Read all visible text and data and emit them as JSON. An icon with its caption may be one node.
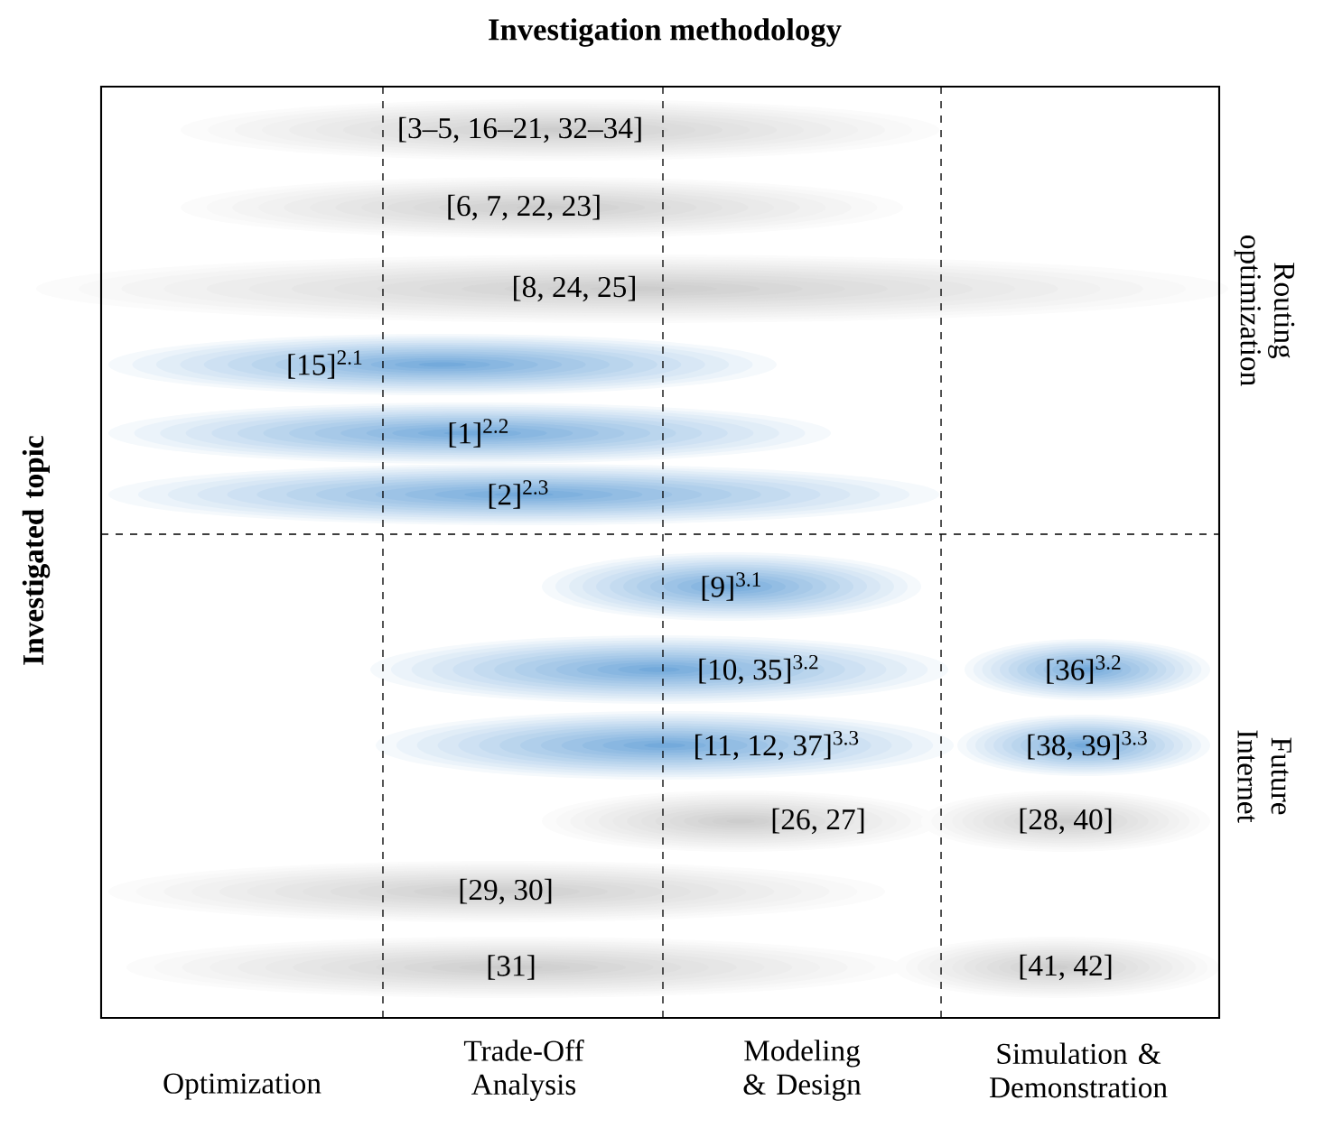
{
  "diagram": {
    "title": "Investigation methodology",
    "nodes": [
      {
        "text": [
          "[3–5, 16–21, 32–34]"
        ]
      },
      {
        "text": [
          "[6, 7, 22, 23]"
        ]
      },
      {
        "text": [
          "[8, 24, 25]"
        ]
      },
      {
        "text": [
          "[15]$^{2.1}$"
        ]
      },
      {
        "text": [
          "[1]$^{2.2}$"
        ]
      },
      {
        "text": [
          "[2]$^{2.3}$"
        ]
      },
      {
        "text": [
          "[9]$^{3.1}$"
        ]
      },
      {
        "text": [
          "[10, 35]$^{3.2}$"
        ]
      },
      {
        "text": [
          "[36]$^{3.2}$"
        ]
      },
      {
        "text": [
          "[11, 12, 37]$^{3.3}$"
        ]
      },
      {
        "text": [
          "[38, 39]$^{3.3}$"
        ]
      },
      {
        "text": [
          "[26, 27]"
        ]
      },
      {
        "text": [
          "[28, 40]"
        ]
      },
      {
        "text": [
          "[29, 30]"
        ]
      },
      {
        "text": [
          "[31]"
        ]
      },
      {
        "text": [
          "[41, 42]"
        ]
      }
    ],
    "labels": [
      "Investigated topic",
      "Routing optimization",
      "Future Internet",
      "Optimization",
      "Trade-Off Analysis",
      "Modeling & Design",
      "Simulation & Demonstration"
    ]
  }
}
